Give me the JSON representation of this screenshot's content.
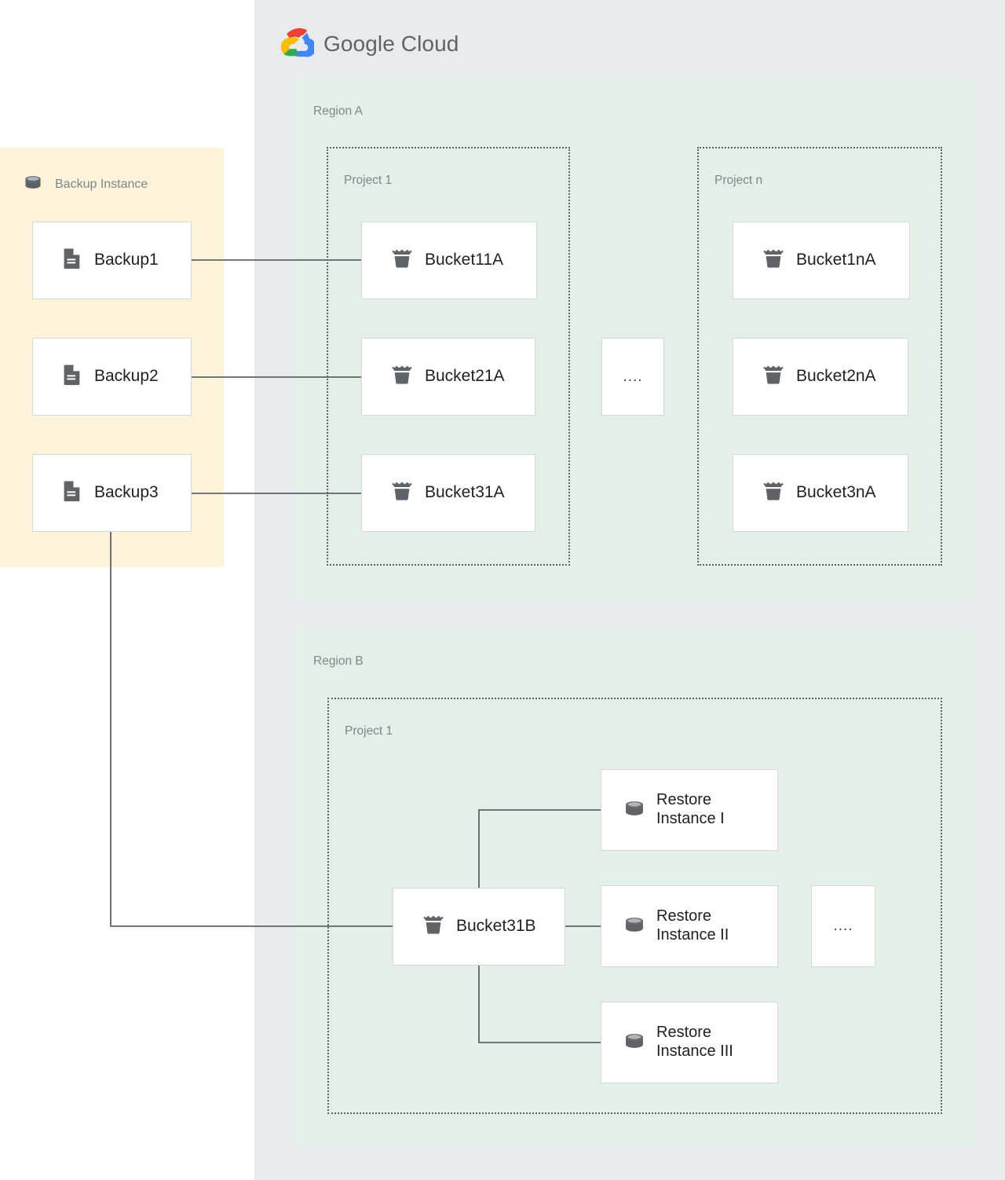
{
  "cloud": {
    "brand_primary": "Google",
    "brand_secondary": "Cloud",
    "panel_color": "#e8ebee",
    "logo_colors": {
      "red": "#ea4335",
      "blue": "#4285f4",
      "yellow": "#fbbc04",
      "green": "#34a853"
    }
  },
  "backup_instance": {
    "title": "Backup Instance",
    "icon": "database-icon",
    "panel_color": "#fdf3d8",
    "backups": [
      {
        "label": "Backup1",
        "icon": "document-icon"
      },
      {
        "label": "Backup2",
        "icon": "document-icon"
      },
      {
        "label": "Backup3",
        "icon": "document-icon"
      }
    ]
  },
  "regions": [
    {
      "label": "Region A",
      "color": "#e2f0e8",
      "projects": [
        {
          "label": "Project 1",
          "buckets": [
            {
              "label": "Bucket11A",
              "icon": "bucket-icon"
            },
            {
              "label": "Bucket21A",
              "icon": "bucket-icon"
            },
            {
              "label": "Bucket31A",
              "icon": "bucket-icon"
            }
          ]
        },
        {
          "label": "Project n",
          "buckets": [
            {
              "label": "Bucket1nA",
              "icon": "bucket-icon"
            },
            {
              "label": "Bucket2nA",
              "icon": "bucket-icon"
            },
            {
              "label": "Bucket3nA",
              "icon": "bucket-icon"
            }
          ]
        }
      ],
      "ellipsis": "...."
    },
    {
      "label": "Region B",
      "color": "#e2f0e8",
      "projects": [
        {
          "label": "Project 1",
          "buckets": [
            {
              "label": "Bucket31B",
              "icon": "bucket-icon"
            }
          ],
          "restore_instances": [
            {
              "line1": "Restore",
              "line2": "Instance I",
              "icon": "database-icon"
            },
            {
              "line1": "Restore",
              "line2": "Instance II",
              "icon": "database-icon"
            },
            {
              "line1": "Restore",
              "line2": "Instance III",
              "icon": "database-icon"
            }
          ]
        }
      ],
      "ellipsis": "...."
    }
  ],
  "connections": [
    {
      "from": "Backup1",
      "to": "Bucket11A"
    },
    {
      "from": "Backup2",
      "to": "Bucket21A"
    },
    {
      "from": "Backup3",
      "to": "Bucket31A"
    },
    {
      "from": "Backup3",
      "to": "Bucket31B"
    },
    {
      "from": "Bucket31B",
      "to": "Restore Instance I"
    },
    {
      "from": "Bucket31B",
      "to": "Restore Instance II"
    },
    {
      "from": "Bucket31B",
      "to": "Restore Instance III"
    }
  ]
}
